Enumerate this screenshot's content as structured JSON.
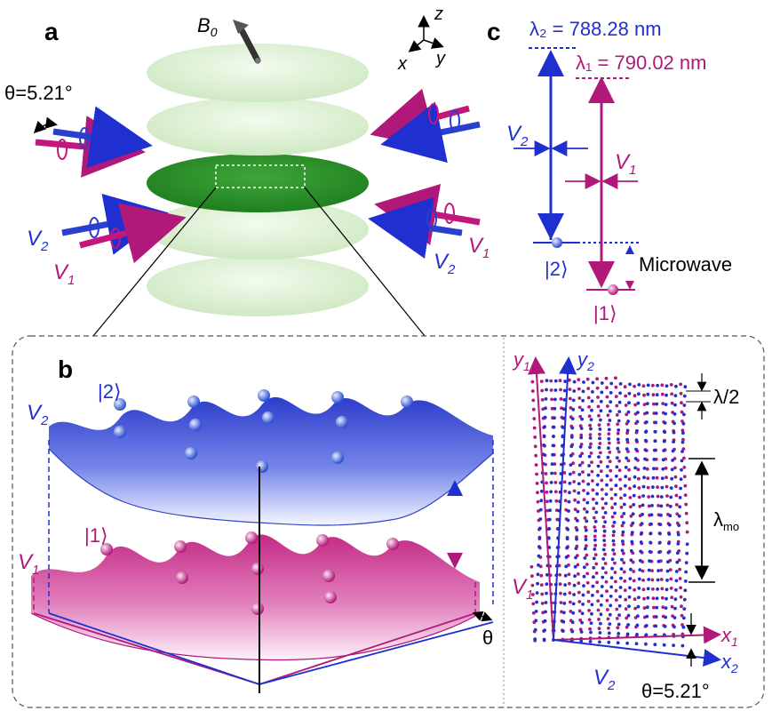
{
  "panels": {
    "a": "a",
    "b": "b",
    "c": "c"
  },
  "panel_a": {
    "field": "B",
    "field_sub": "0",
    "axes": {
      "z": "z",
      "x": "x",
      "y": "y"
    },
    "angle_label": "θ=5.21°",
    "beam_v2": "V",
    "beam_v1": "V",
    "sub_2": "2",
    "sub_1": "1"
  },
  "panel_c": {
    "lambda2_label": "λ₂ = 788.28 nm",
    "lambda1_label": "λ₁ = 790.02 nm",
    "v2": "V",
    "v1": "V",
    "state2": "|2⟩",
    "state1": "|1⟩",
    "microwave": "Microwave",
    "colors": {
      "blue": "#1f2fd0",
      "magenta": "#b0197a"
    }
  },
  "panel_b": {
    "state2": "|2⟩",
    "state1": "|1⟩",
    "v2": "V",
    "v1": "V",
    "theta": "θ",
    "lattice": {
      "y1": "y",
      "y2": "y",
      "x1": "x",
      "x2": "x",
      "half_lambda": "λ/2",
      "lambda_mo": "λ",
      "mo_sub": "mo",
      "v1": "V",
      "v2": "V",
      "angle_label": "θ=5.21°"
    }
  }
}
